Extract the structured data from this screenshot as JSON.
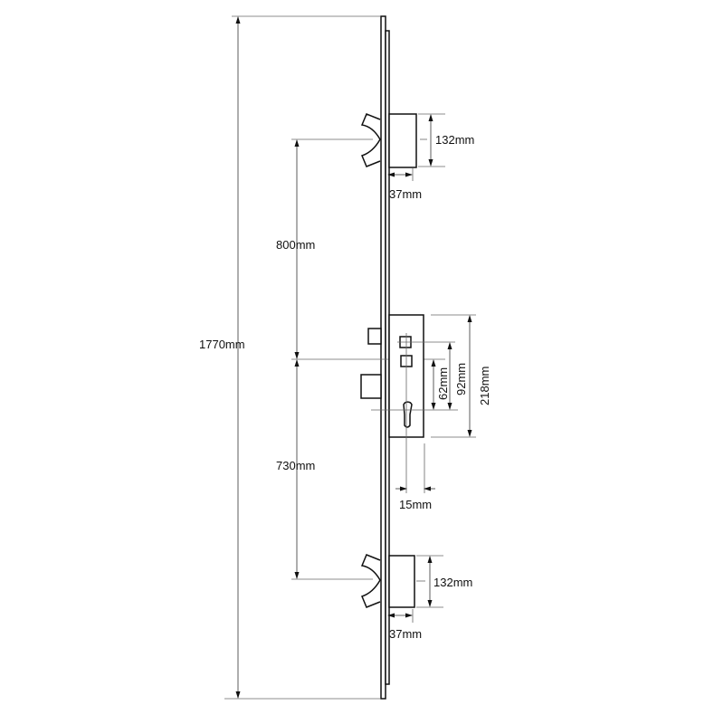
{
  "dimensions": {
    "overall_length": "1770mm",
    "top_to_center": "800mm",
    "center_to_bottom": "730mm",
    "top_keep_height": "132mm",
    "top_keep_depth": "37mm",
    "bottom_keep_height": "132mm",
    "bottom_keep_depth": "37mm",
    "case_height": "218mm",
    "centres_92": "92mm",
    "centres_62": "62mm",
    "backset": "15mm"
  }
}
